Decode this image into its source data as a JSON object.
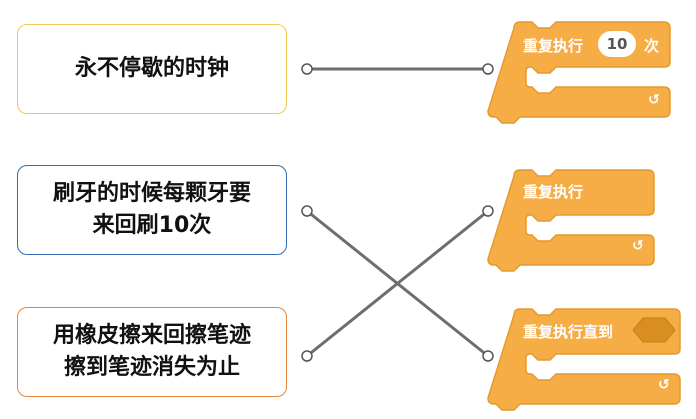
{
  "left_cards": [
    {
      "lines": [
        "永不停歇的时钟"
      ],
      "border": "#f2c94c"
    },
    {
      "lines": [
        "刷牙的时候每颗牙要",
        "来回刷10次"
      ],
      "border": "#2e6db4"
    },
    {
      "lines": [
        "用橡皮擦来回擦笔迹",
        "擦到笔迹消失为止"
      ],
      "border": "#e8833a"
    }
  ],
  "blocks": [
    {
      "label": "重复执行",
      "value": "10",
      "suffix": "次",
      "loop_arrow": "↺"
    },
    {
      "label": "重复执行",
      "loop_arrow": "↺"
    },
    {
      "label": "重复执行直到",
      "loop_arrow": "↺"
    }
  ],
  "matches": [
    {
      "card": 0,
      "block": 0
    },
    {
      "card": 1,
      "block": 2
    },
    {
      "card": 2,
      "block": 1
    }
  ],
  "colors": {
    "block_fill": "#f7ad46",
    "block_edge": "#e39a31",
    "wire": "#6e6e6e",
    "hex_slot": "#d98e22"
  }
}
